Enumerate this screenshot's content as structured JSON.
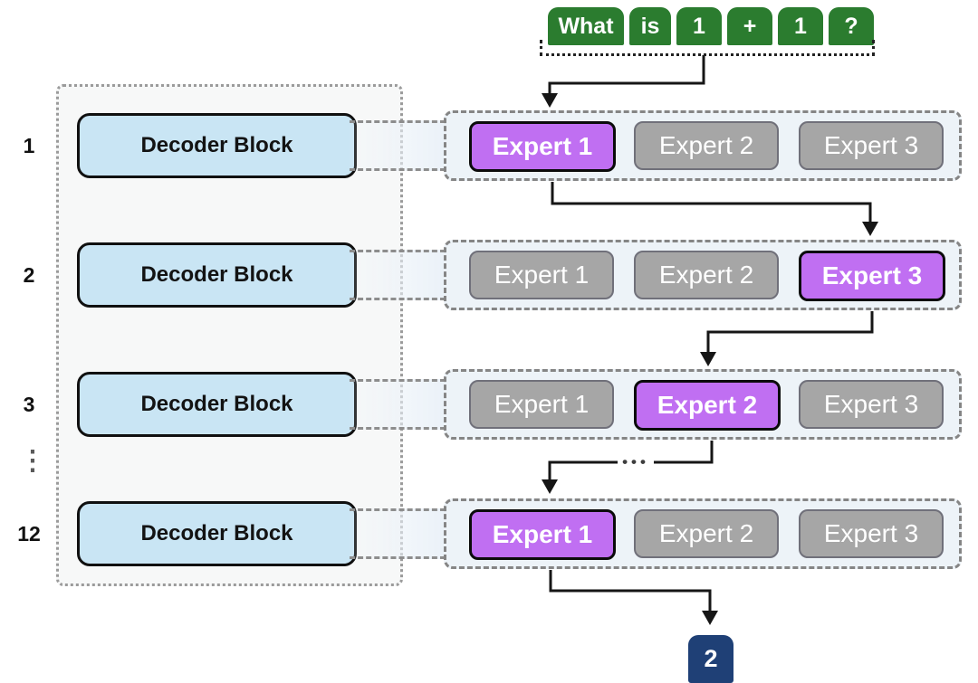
{
  "input": {
    "tokens": [
      "What",
      "is",
      "1",
      "+",
      "1",
      "?"
    ]
  },
  "decoder_stack": {
    "block_label": "Decoder Block",
    "layer_indices": [
      "1",
      "2",
      "3",
      "12"
    ],
    "skipped_layers_ellipsis": "⋮"
  },
  "moe_layers": [
    {
      "layer_index": "1",
      "experts": [
        {
          "label": "Expert 1",
          "active": true
        },
        {
          "label": "Expert 2",
          "active": false
        },
        {
          "label": "Expert 3",
          "active": false
        }
      ]
    },
    {
      "layer_index": "2",
      "experts": [
        {
          "label": "Expert 1",
          "active": false
        },
        {
          "label": "Expert 2",
          "active": false
        },
        {
          "label": "Expert 3",
          "active": true
        }
      ]
    },
    {
      "layer_index": "3",
      "experts": [
        {
          "label": "Expert 1",
          "active": false
        },
        {
          "label": "Expert 2",
          "active": true
        },
        {
          "label": "Expert 3",
          "active": false
        }
      ]
    },
    {
      "layer_index": "12",
      "experts": [
        {
          "label": "Expert 1",
          "active": true
        },
        {
          "label": "Expert 2",
          "active": false
        },
        {
          "label": "Expert 3",
          "active": false
        }
      ]
    }
  ],
  "routing_skip_ellipsis": "•••",
  "output": {
    "token": "2"
  },
  "colors": {
    "token_green": "#2b7c2f",
    "active_expert_purple": "#c06ff2",
    "inactive_expert_gray": "#a6a6a6",
    "decoder_block_blue": "#c9e5f4",
    "expert_row_bg": "#edf3f8",
    "decoder_panel_bg": "#f7f8f8",
    "output_navy": "#1f4076",
    "arrow_black": "#161616"
  }
}
